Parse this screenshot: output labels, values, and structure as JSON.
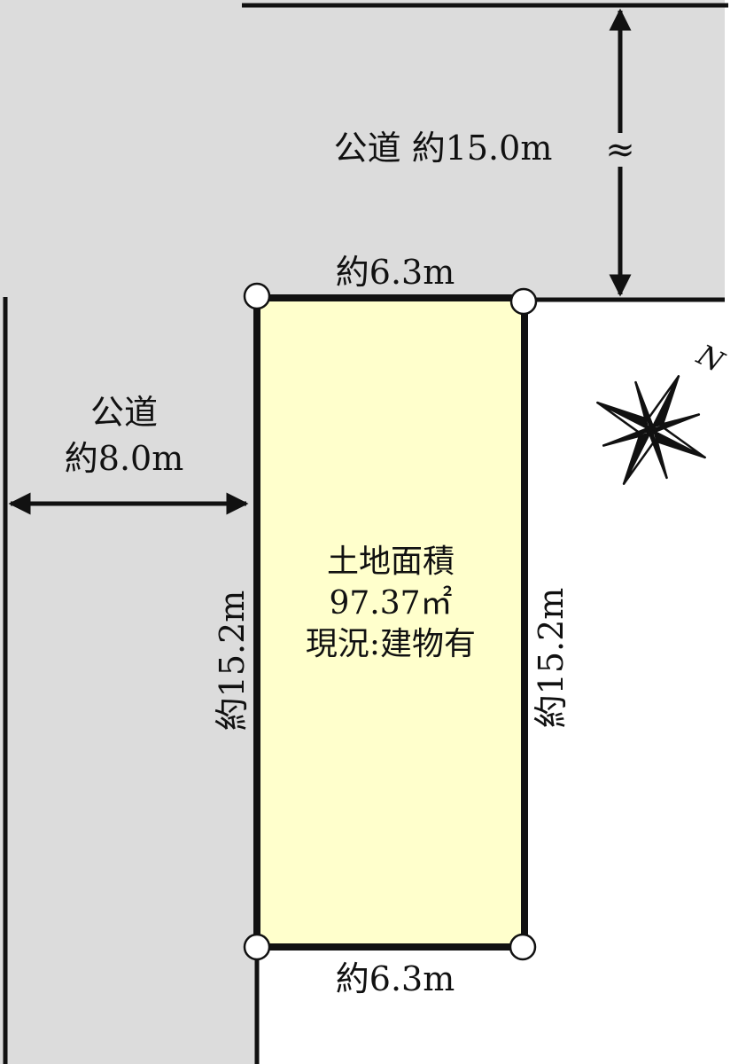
{
  "colors": {
    "road": "#dcdcdc",
    "lot": "#ffffcc",
    "line": "#111111",
    "corner": "#ffffff",
    "background": "#ffffff"
  },
  "north_road": {
    "label": "公道 約15.0m",
    "break_symbol": "≈"
  },
  "west_road": {
    "label_line1": "公道",
    "label_line2": "約8.0m"
  },
  "lot": {
    "top_width": "約6.3m",
    "bottom_width": "約6.3m",
    "left_depth": "約15.2m",
    "right_depth": "約15.2m",
    "info_line1": "土地面積",
    "info_line2": "97.37㎡",
    "info_line3": "現況:建物有"
  },
  "compass": {
    "icon": "north-arrow-compass-icon",
    "north_label": "N"
  }
}
